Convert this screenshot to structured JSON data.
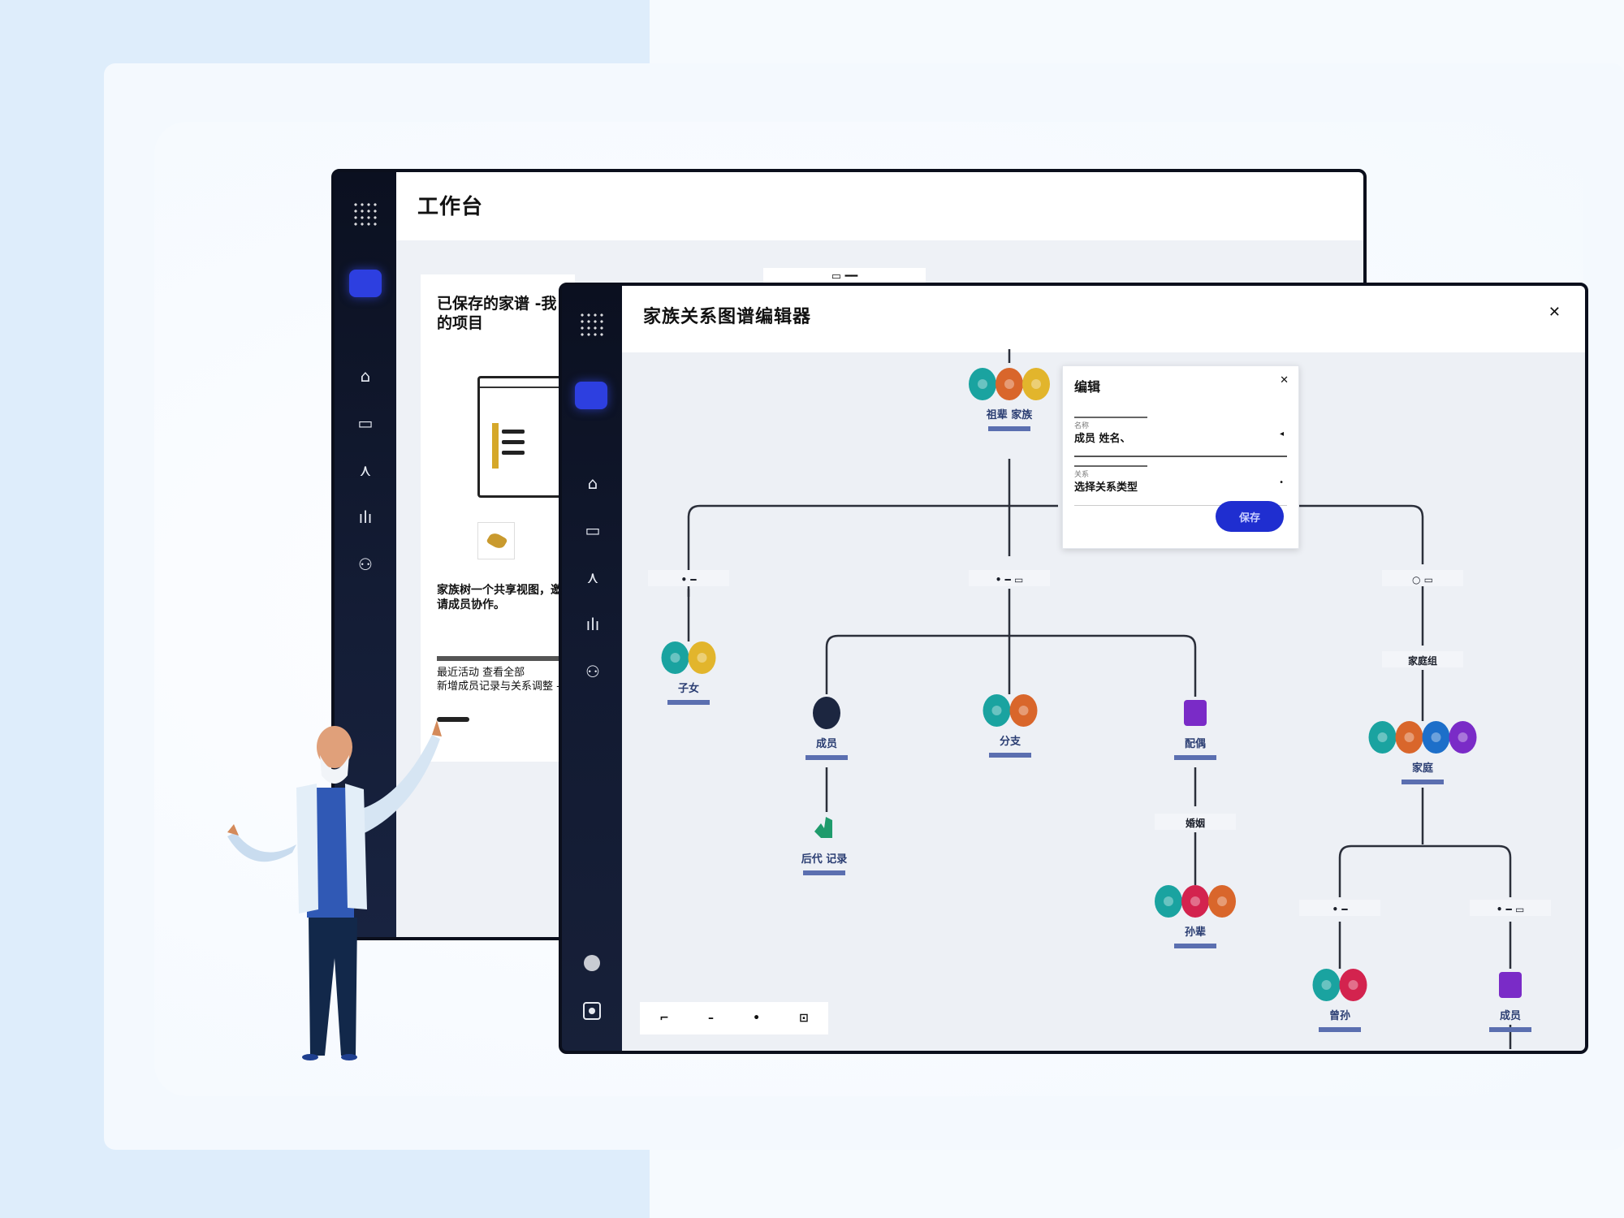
{
  "colors": {
    "accent": "#2d3fe0",
    "sidebar": "#0e1528",
    "canvas": "#edf0f5",
    "teal": "#1aa3a0",
    "orange": "#d9662b",
    "yellow": "#e2b52c",
    "crimson": "#d3234e",
    "blue": "#1d6fc9",
    "purple": "#7a2bc7",
    "navy": "#1c2640",
    "green": "#1f9b6c",
    "label": "#2a3d72"
  },
  "back_window": {
    "title": "工作台",
    "sidebar_icons": [
      "home-icon",
      "inbox-icon",
      "tree-icon",
      "chart-icon",
      "users-icon"
    ],
    "panel": {
      "title": "已保存的家谱 -我的项目",
      "text": "家族树一个共享视图，邀请成员协作。",
      "sub_heading": "最近活动 查看全部",
      "sub_text": "新增成员记录与关系调整 -"
    }
  },
  "front_window": {
    "title": "家族关系图谱编辑器",
    "close_label": "✕",
    "tab_stub": "▭ ━━",
    "sidebar_icons": [
      "home-icon",
      "inbox-icon",
      "tree-icon",
      "chart-icon",
      "users-icon"
    ],
    "toolbar": [
      "⌐",
      "–",
      "•",
      "⊡"
    ],
    "popup": {
      "title": "编辑",
      "close": "✕",
      "field1_label": "名称",
      "field1_value": "成员 姓名、",
      "field2_label": "关系",
      "field2_value": "选择关系类型",
      "button": "保存"
    }
  },
  "tree": {
    "nodes": [
      {
        "id": "root",
        "colors": [
          "teal",
          "orange",
          "yellow"
        ],
        "label": "祖辈 家族"
      },
      {
        "id": "a",
        "colors": [
          "teal",
          "yellow"
        ],
        "label": "子女"
      },
      {
        "id": "b1",
        "colors": [
          "navy"
        ],
        "label": "成员"
      },
      {
        "id": "b1c",
        "colors": [
          "green"
        ],
        "label": "后代 记录"
      },
      {
        "id": "b2",
        "colors": [
          "teal",
          "orange"
        ],
        "label": "分支"
      },
      {
        "id": "b3",
        "colors": [
          "purple"
        ],
        "label": "配偶"
      },
      {
        "id": "b3c",
        "colors": [
          "teal",
          "crimson",
          "orange"
        ],
        "label": "孙辈"
      },
      {
        "id": "c",
        "colors": [
          "teal",
          "orange",
          "blue",
          "purple"
        ],
        "label": "家庭"
      },
      {
        "id": "c1",
        "colors": [
          "teal",
          "crimson"
        ],
        "label": "曾孙"
      },
      {
        "id": "c2",
        "colors": [
          "purple"
        ],
        "label": "成员"
      }
    ],
    "edge_labels": {
      "root_a": "• ━",
      "root_b": "• ━ ▭",
      "root_c": "○ ▭",
      "c_mid": "家庭组",
      "b3_mid": "婚姻",
      "c_c1": "• ━",
      "c_c2": "• ━ ▭"
    }
  }
}
